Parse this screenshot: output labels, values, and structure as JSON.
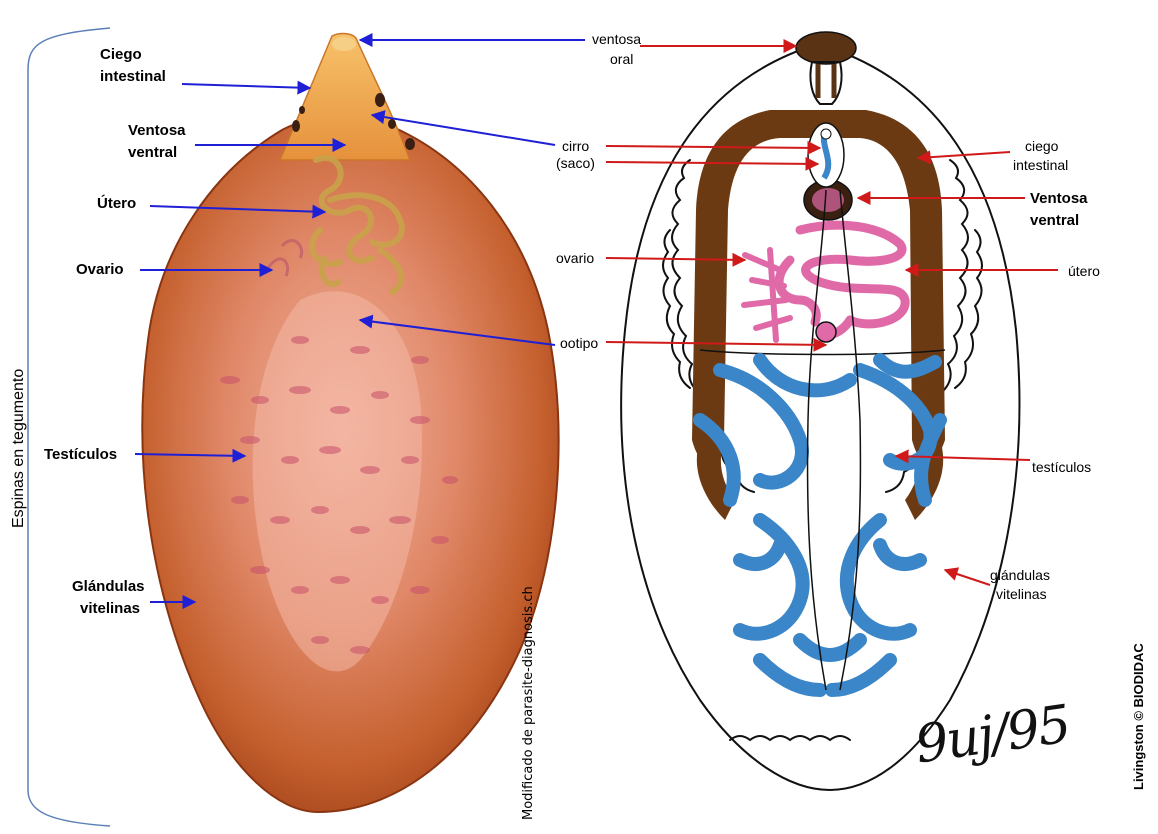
{
  "side_label": "Espinas en tegumento",
  "credits": {
    "left": "Modificado de parasite-diagnosis.ch",
    "right": "Livingston © BIODIDAC",
    "signature": "9uj/95"
  },
  "left_labels": {
    "ciego_line1": "Ciego",
    "ciego_line2": "intestinal",
    "ventosa_line1": "Ventosa",
    "ventosa_line2": "ventral",
    "utero": "Útero",
    "ovario": "Ovario",
    "testiculos": "Testículos",
    "glandulas_line1": "Glándulas",
    "glandulas_line2": "vitelinas"
  },
  "right_labels": {
    "ventosa_oral_line1": "ventosa",
    "ventosa_oral_line2": "oral",
    "cirro": "cirro",
    "saco": "(saco)",
    "ovario": "ovario",
    "ootipo": "ootipo",
    "ciego_line1": "ciego",
    "ciego_line2": "intestinal",
    "ventosa_ventral_line1": "Ventosa",
    "ventosa_ventral_line2": "ventral",
    "utero": "útero",
    "testiculos": "testículos",
    "glandulas_line1": "glándulas",
    "glandulas_line2": "vitelinas"
  },
  "colors": {
    "blue_arrow": "#1f1fd6",
    "red_arrow": "#d01a1a",
    "specimen_dark": "#a8451b",
    "specimen_mid": "#c8602a",
    "specimen_center": "#e49a86",
    "intestine_brown": "#6b3a12",
    "testis_blue": "#3a86c8",
    "uterus_pink": "#e06aa8"
  }
}
